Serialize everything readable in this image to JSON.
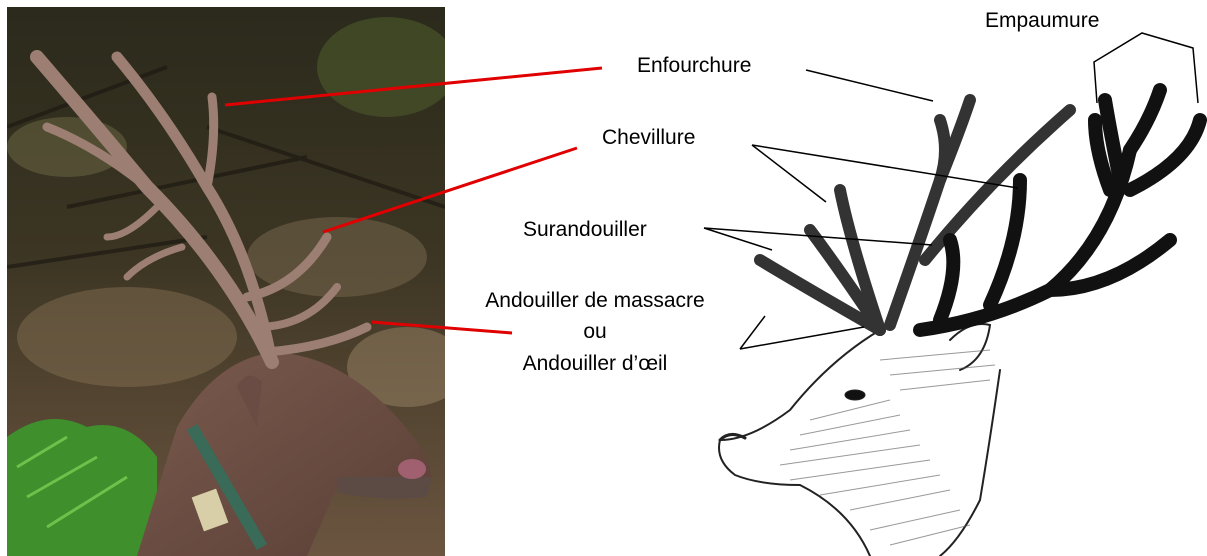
{
  "labels": {
    "empaumure": "Empaumure",
    "enfourchure": "Enfourchure",
    "chevillure": "Chevillure",
    "surandouiller": "Surandouiller",
    "andouiller_massacre": "Andouiller de massacre",
    "ou": "ou",
    "andouiller_oeil": "Andouiller d’œil"
  },
  "colors": {
    "leader_red": "#e00000",
    "leader_black": "#000000"
  }
}
